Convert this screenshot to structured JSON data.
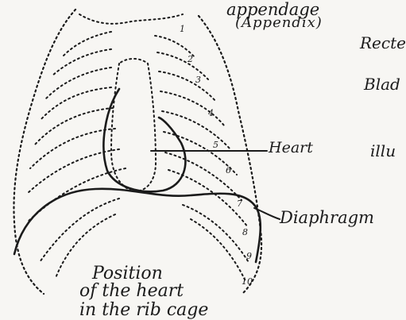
{
  "labels": {
    "appendage": "appendage",
    "appendix": "(Appendix)",
    "rectum_fragment": "Recte",
    "bladder_fragment": "Blad",
    "illustration_fragment": "illu",
    "heart": "Heart",
    "diaphragm": "Diaphragm",
    "caption_line1": "Position",
    "caption_line2": "of the heart",
    "caption_line3": "in the rib cage"
  },
  "rib_numbers": [
    "1",
    "2",
    "3",
    "4",
    "5",
    "6",
    "7",
    "8",
    "9",
    "10"
  ],
  "colors": {
    "ink": "#1b1b1b",
    "paper": "#f7f6f3"
  }
}
